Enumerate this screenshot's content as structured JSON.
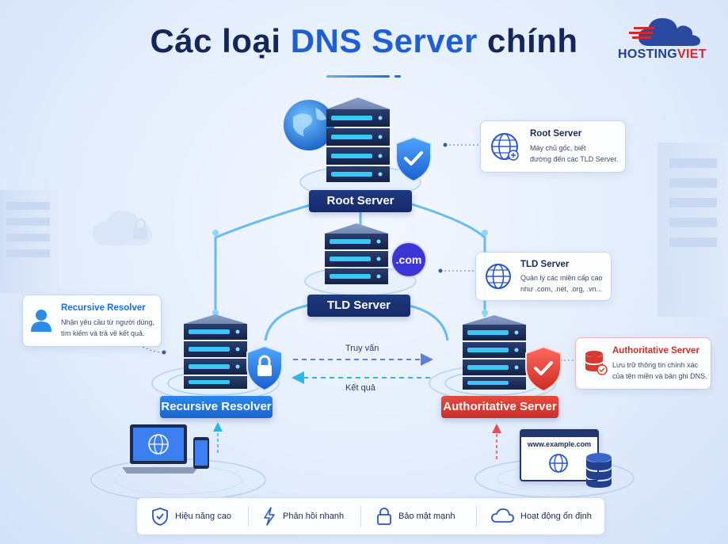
{
  "title": {
    "part1": "Các loại",
    "part2": "DNS Server",
    "part3": "chính"
  },
  "brand": {
    "name_blue": "HOSTING",
    "name_red": "VIET"
  },
  "nodes": {
    "root": {
      "label": "Root Server"
    },
    "tld": {
      "label": "TLD Server",
      "badge": ".com"
    },
    "resolver": {
      "label": "Recursive Resolver"
    },
    "authoritative": {
      "label": "Authoritative Server"
    }
  },
  "cards": {
    "root": {
      "title": "Root Server",
      "desc_line1": "Máy chủ gốc, biết",
      "desc_line2": "đường đến các TLD Server.",
      "icon": "globe-icon"
    },
    "tld": {
      "title": "TLD Server",
      "desc_line1": "Quản lý các miền cấp cao",
      "desc_line2": "như .com, .net, .org, .vn...",
      "icon": "globe-icon"
    },
    "resolver": {
      "title": "Recursive Resolver",
      "desc_line1": "Nhận yêu cầu từ người dùng,",
      "desc_line2": "tìm kiếm và trả về kết quả.",
      "icon": "user-icon"
    },
    "authoritative": {
      "title": "Authoritative Server",
      "desc_line1": "Lưu trữ thông tin chính xác",
      "desc_line2": "của tên miền và bản ghi DNS.",
      "icon": "database-icon"
    }
  },
  "edges": {
    "query": "Truy vấn",
    "result": "Kết quả"
  },
  "website": {
    "url": "www.example.com"
  },
  "features": [
    {
      "label": "Hiệu năng cao",
      "icon": "shield-check-icon"
    },
    {
      "label": "Phản hồi nhanh",
      "icon": "lightning-icon"
    },
    {
      "label": "Bảo mật mạnh",
      "icon": "lock-icon"
    },
    {
      "label": "Hoạt động ổn định",
      "icon": "cloud-icon"
    }
  ],
  "colors": {
    "accent": "#1f5fd1",
    "navy": "#15265a",
    "red": "#d7262c",
    "cyan": "#3cc6f5"
  }
}
